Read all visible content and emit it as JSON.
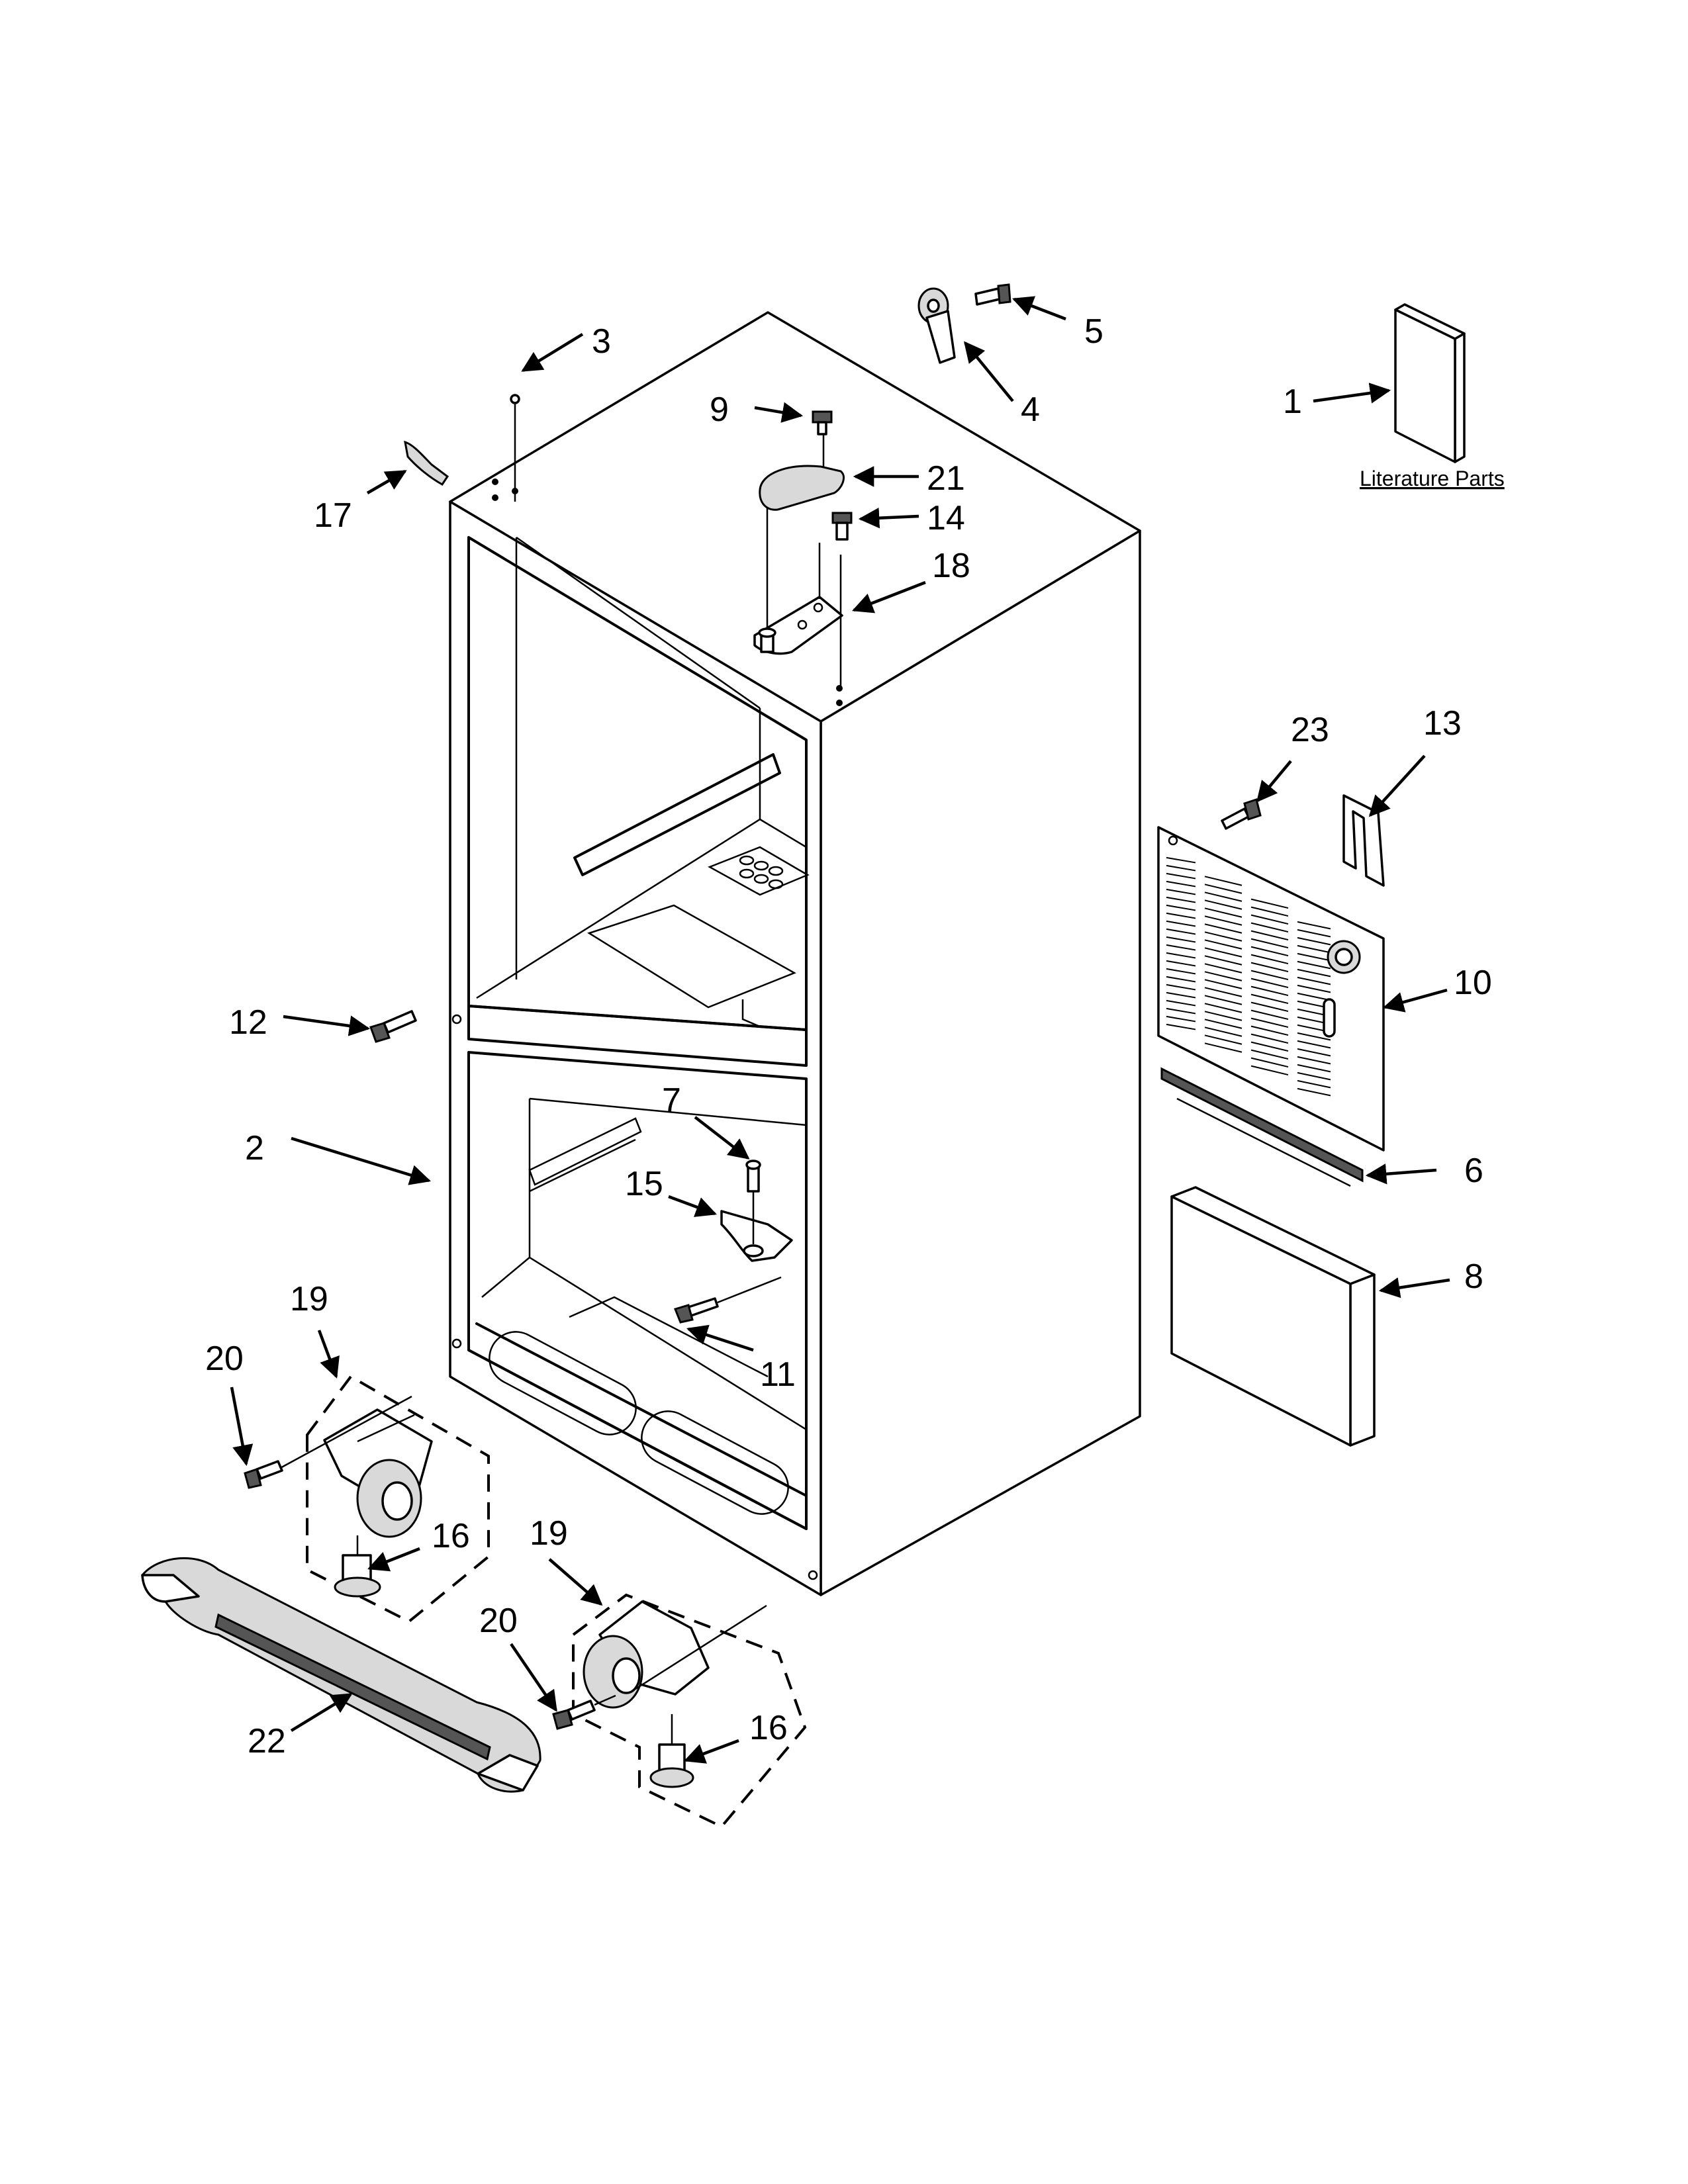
{
  "callouts": {
    "c1": "1",
    "c2": "2",
    "c3": "3",
    "c4": "4",
    "c5": "5",
    "c6": "6",
    "c7": "7",
    "c8": "8",
    "c9": "9",
    "c10": "10",
    "c11": "11",
    "c12": "12",
    "c13": "13",
    "c14": "14",
    "c15": "15",
    "c16a": "16",
    "c16b": "16",
    "c17": "17",
    "c18": "18",
    "c19a": "19",
    "c19b": "19",
    "c20a": "20",
    "c20b": "20",
    "c21": "21",
    "c22": "22",
    "c23": "23"
  },
  "literature_caption": "Literature Parts"
}
